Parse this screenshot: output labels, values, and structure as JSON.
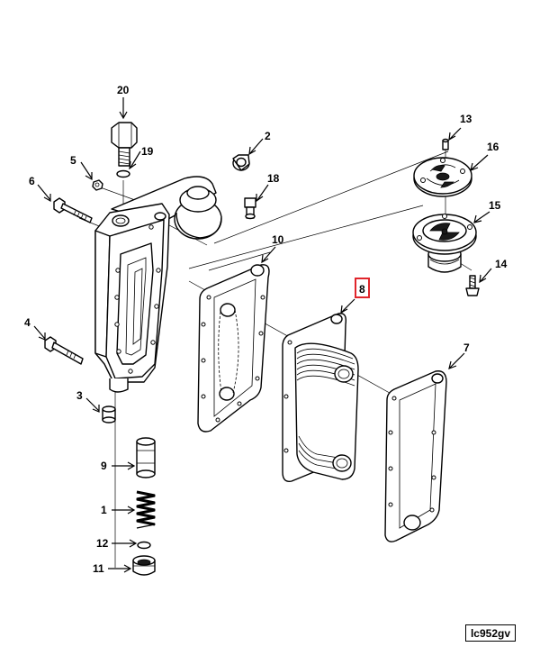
{
  "callouts": {
    "c20": "20",
    "c19": "19",
    "c2": "2",
    "c5": "5",
    "c6": "6",
    "c18": "18",
    "c13": "13",
    "c16": "16",
    "c15": "15",
    "c14": "14",
    "c10": "10",
    "c8": "8",
    "c7": "7",
    "c4": "4",
    "c3": "3",
    "c9": "9",
    "c1": "1",
    "c12": "12",
    "c11": "11"
  },
  "highlighted_callout": "8",
  "highlight_color": "#e0252b",
  "drawing_code": "lc952gv"
}
